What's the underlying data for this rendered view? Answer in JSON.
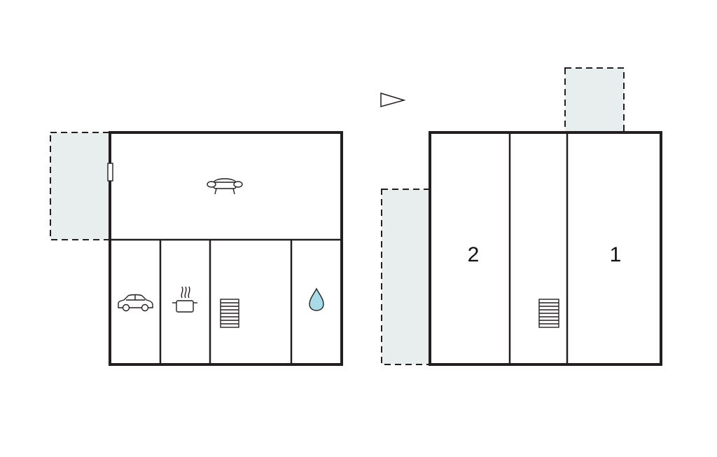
{
  "floors": [
    {
      "id": "ground-floor",
      "rooms": [
        {
          "id": "living-room",
          "icon": "sofa-icon"
        },
        {
          "id": "garage",
          "icon": "car-icon"
        },
        {
          "id": "kitchen",
          "icon": "cooking-pot-icon"
        },
        {
          "id": "hall",
          "icon": "staircase-icon"
        },
        {
          "id": "bathroom",
          "icon": "water-drop-icon"
        }
      ]
    },
    {
      "id": "upper-floor",
      "rooms": [
        {
          "id": "bedroom-2",
          "label": "2"
        },
        {
          "id": "stair-hall",
          "icon": "staircase-icon"
        },
        {
          "id": "bedroom-1",
          "label": "1"
        }
      ]
    }
  ],
  "compass": {
    "icon": "north-arrow-icon"
  },
  "colors": {
    "wall": "#231f20",
    "terrace": "#e8eeee",
    "water_drop": "#a8dbe8"
  }
}
